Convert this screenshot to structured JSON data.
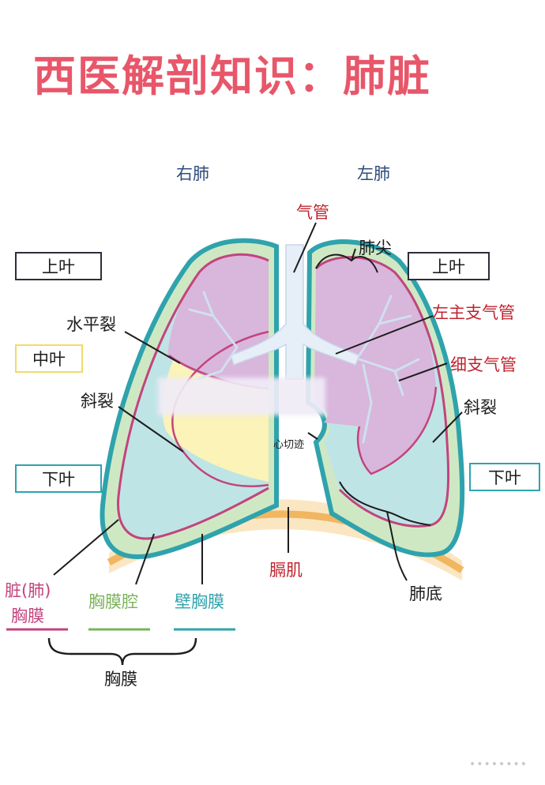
{
  "title": "西医解剖知识：肺脏",
  "sides": {
    "right_lung": "右肺",
    "left_lung": "左肺"
  },
  "labels": {
    "trachea": "气管",
    "apex": "肺尖",
    "left_main_bronchus": "左主支气管",
    "bronchiole": "细支气管",
    "horizontal_fissure": "水平裂",
    "oblique_fissure_right": "斜裂",
    "oblique_fissure_left": "斜裂",
    "cardiac_notch": "心切迹",
    "diaphragm": "膈肌",
    "base": "肺底",
    "pleura": "胸膜"
  },
  "lobe_boxes": {
    "right_upper": "上叶",
    "right_middle": "中叶",
    "right_lower": "下叶",
    "left_upper": "上叶",
    "left_lower": "下叶"
  },
  "legend": {
    "visceral_pleura_line1": "脏(肺)",
    "visceral_pleura_line2": "胸膜",
    "pleural_cavity": "胸膜腔",
    "parietal_pleura": "壁胸膜"
  },
  "colors": {
    "title": "#e8566a",
    "upper_lobe": "#d9b6dc",
    "middle_lobe": "#fbf3b8",
    "lower_lobe": "#bfe4e6",
    "pleura_outline": "#2fa3ad",
    "pleural_cavity": "#cfe8c4",
    "diaphragm_orange": "#f1b661",
    "diaphragm_fill": "#fbe6c2",
    "visceral_pleura": "#c2447d"
  },
  "footer_dots": "••••••••"
}
